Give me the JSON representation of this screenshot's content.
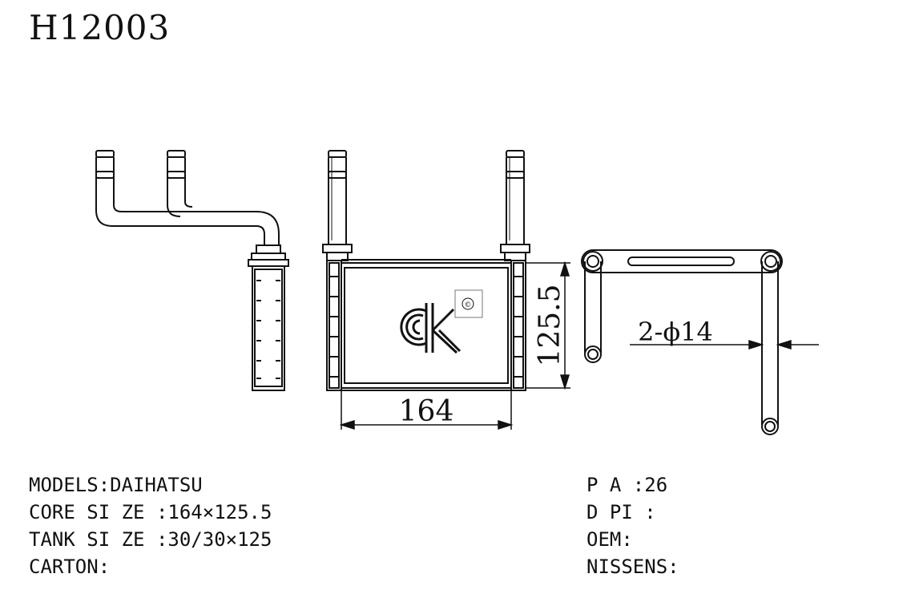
{
  "part_number": "H12003",
  "dimensions": {
    "core_height": "125.5",
    "core_width": "164",
    "pipe_diameter": "2-ϕ14"
  },
  "specs_left": [
    {
      "label": "MODELS:",
      "value": "DAIHATSU"
    },
    {
      "label": "CORE SI ZE :",
      "value": "164×125.5"
    },
    {
      "label": "TANK SI ZE :",
      "value": "30/30×125"
    },
    {
      "label": "CARTON:",
      "value": ""
    }
  ],
  "specs_right": [
    {
      "label": "P A :",
      "value": "26"
    },
    {
      "label": "D PI :",
      "value": ""
    },
    {
      "label": "OEM:",
      "value": ""
    },
    {
      "label": "NISSENS:",
      "value": ""
    }
  ],
  "logo": {
    "text": "ck",
    "mark": "©"
  }
}
